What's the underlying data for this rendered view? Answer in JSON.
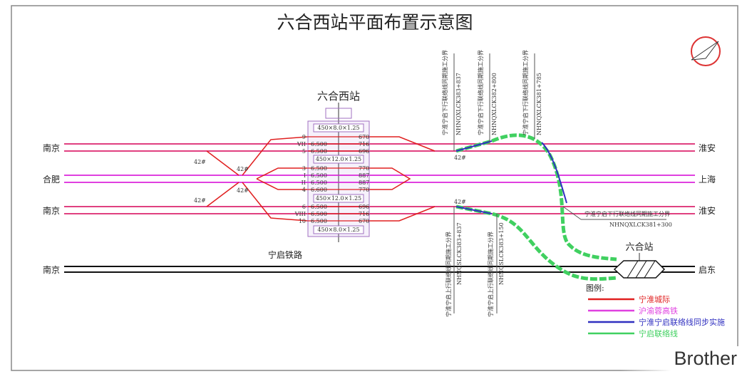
{
  "title": "六合西站平面布置示意图",
  "station": {
    "name": "六合西站",
    "platforms": [
      "450×8.0×1.25",
      "450×12.0×1.25",
      "450×12.0×1.25",
      "450×8.0×1.25"
    ],
    "tracks": [
      {
        "id": "9",
        "len": "",
        "end": "670"
      },
      {
        "id": "VII",
        "len": "6.500",
        "end": "716"
      },
      {
        "id": "5",
        "len": "6.500",
        "end": "696"
      },
      {
        "id": "3",
        "len": "6.500",
        "end": "770"
      },
      {
        "id": "I",
        "len": "6.500",
        "end": "887"
      },
      {
        "id": "II",
        "len": "6.500",
        "end": "887"
      },
      {
        "id": "4",
        "len": "6.600",
        "end": "770"
      },
      {
        "id": "6",
        "len": "6.500",
        "end": "696"
      },
      {
        "id": "VIII",
        "len": "6.500",
        "end": "716"
      },
      {
        "id": "10",
        "len": "6.500",
        "end": "670"
      }
    ],
    "switch_label": "42#"
  },
  "lines": {
    "left": [
      "南京",
      "合肥",
      "南京",
      "南京"
    ],
    "right": [
      "淮安",
      "上海",
      "淮安",
      "启东"
    ],
    "ningqi_railway": "宁启铁路",
    "liuhe_station": "六合站"
  },
  "boundaries": {
    "down": [
      {
        "name": "宁淮宁启下行联络线同期施工分界",
        "km": "NHNQXLCK383+837"
      },
      {
        "name": "宁淮宁启下行联络线同期施工分界",
        "km": "NHNQXLCK382+800"
      },
      {
        "name": "宁淮宁启下行联络线同期施工分界",
        "km": "NHNQXLCK381+785"
      },
      {
        "name": "宁淮宁启下行联络线同期施工分界",
        "km": "NHNQXLCK381+300"
      }
    ],
    "up": [
      {
        "name": "宁淮宁启上行联络线同期施工分界",
        "km": "NHNQSLCK383+837"
      },
      {
        "name": "宁淮宁启上行联络线同期施工分界",
        "km": "NHNQSLCK383+150"
      }
    ]
  },
  "legend": {
    "title": "图例:",
    "items": [
      {
        "label": "宁淮城际",
        "color": "#e02020"
      },
      {
        "label": "沪渝蓉高铁",
        "color": "#e040e0"
      },
      {
        "label": "宁淮宁启联络线同步实施",
        "color": "#3030c0"
      },
      {
        "label": "宁启联络线",
        "color": "#40d060"
      }
    ]
  },
  "watermark": "Brother"
}
